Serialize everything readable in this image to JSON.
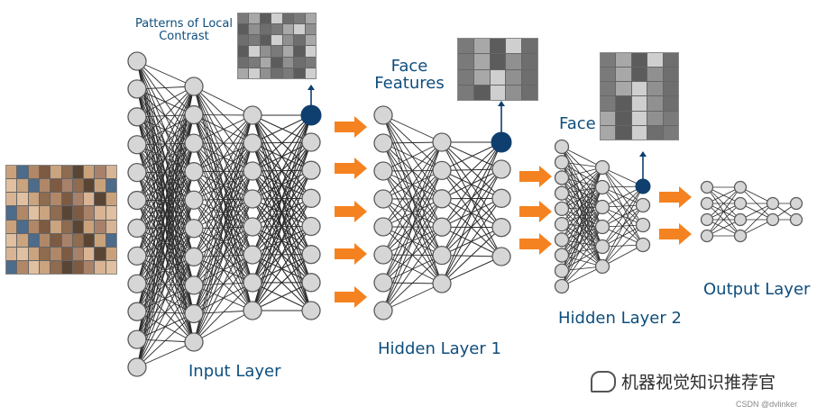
{
  "labels": {
    "patterns": "Patterns of Local\nContrast",
    "face_features": "Face\nFeatures",
    "face": "Face",
    "input_layer": "Input Layer",
    "hidden_layer_1": "Hidden Layer 1",
    "hidden_layer_2": "Hidden Layer 2",
    "output_layer": "Output Layer"
  },
  "watermark": {
    "text": "机器视觉知识推荐官",
    "credit": "CSDN @dvlinker"
  },
  "colors": {
    "label": "#0e4e7d",
    "node_fill": "#d6d6d6",
    "node_stroke": "#5a5a5a",
    "edge": "#2b2b2b",
    "active_node": "#0e3f6e",
    "arrow": "#f58220"
  },
  "images": [
    {
      "name": "face-photo-grid-image",
      "kind": "faces"
    },
    {
      "name": "local-contrast-patterns-image",
      "kind": "patterns"
    },
    {
      "name": "face-features-image",
      "kind": "features"
    },
    {
      "name": "face-composite-image",
      "kind": "faces"
    }
  ]
}
